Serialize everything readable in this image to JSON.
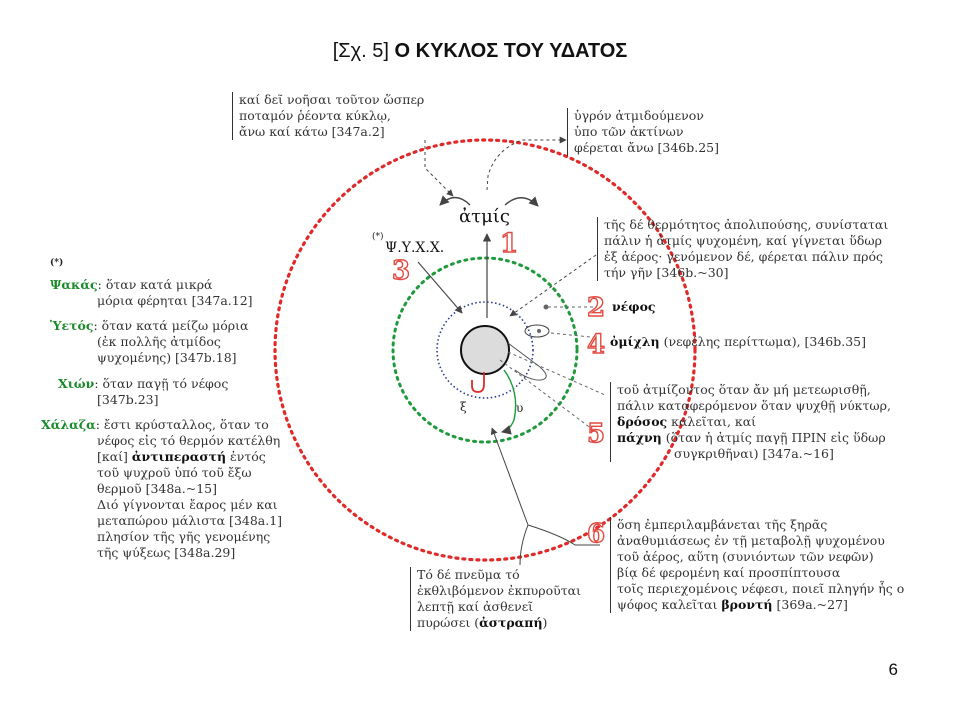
{
  "title": {
    "prefix": "[Σχ. 5]",
    "main": "Ο ΚΥΚΛΟΣ ΤΟΥ ΥΔΑΤΟΣ"
  },
  "colors": {
    "outer_circle": "#e02a2a",
    "middle_circle": "#1f9a3a",
    "inner_circle": "#2b3a9a",
    "number_outline": "#e34b43",
    "term_green": "#1a8a2a"
  },
  "diagram": {
    "center_word": "ἀτμίς",
    "asterisk": "(*)",
    "psyxx": "Ψ.Υ.Χ.Χ.",
    "label_xi": "ξ",
    "label_upsilon": "υ",
    "numbers": [
      "1",
      "2",
      "3",
      "4",
      "5",
      "6"
    ]
  },
  "notes": {
    "top_left": [
      "καί δεῖ νοῆσαι τοῦτον ὥσπερ",
      "ποταμόν ῥέοντα κύκλῳ,",
      "ἄνω καί κάτω [347a.2]"
    ],
    "top_right": [
      "ὑγρόν ἀτμιδούμενον",
      "ὑπο τῶν ἀκτίνων",
      "φέρεται ἄνω [346b.25]"
    ],
    "right_1": [
      "τῆς δέ θερμότητος ἀπολιπούσης, συνίσταται",
      "πάλιν ἡ ἀτμίς ψυχομένη, καί γίγνεται ὕδωρ",
      "ἐξ ἀέρος· γενόμενον δέ, φέρεται πάλιν πρός",
      "τήν γῆν [346b.~30]"
    ],
    "nefos": "νέφος",
    "omichli": "ὀμίχλη",
    "omichli_rest": "(νεφέλης περίττωμα), [346b.35]",
    "right_5": {
      "line1": "τοῦ ἀτμίζοντος ὅταν ἄν μή μετεωρισθῇ,",
      "line2": "πάλιν καταφερόμενον ὅταν ψυχθῇ νύκτωρ,",
      "drosos": "δρόσος",
      "drosos_rest": "καλεῖται, καί",
      "pachni": "πάχνη",
      "pachni_rest": "(ὅταν ἡ ἀτμίς παγῇ ΠΡΙΝ εἰς ὕδωρ",
      "line5": "συγκριθῆναι) [347a.~16]"
    },
    "right_6": {
      "lines": [
        "ὅση ἐμπεριλαμβάνεται τῆς ξηρᾶς",
        "ἀναθυμιάσεως ἐν τῇ μεταβολῇ ψυχομένου",
        "τοῦ ἀέρος, αὕτη (συνιόντων τῶν νεφῶν)",
        "βίᾳ δέ φερομένη καί προσπίπτουσα",
        "τοῖς περιεχομένοις νέφεσι, ποιεῖ πληγήν ἧς ο"
      ],
      "last_pre": "ψόφος καλεῖται",
      "bronti": "βροντή",
      "last_post": "[369a.~27]"
    },
    "bottom_center": {
      "lines": [
        "Τό δέ πνεῦμα τό",
        "ἐκθλιβόμενον ἐκπυροῦται",
        "λεπτῇ καί ἀσθενεῖ"
      ],
      "last_pre": "πυρώσει (",
      "astrapi": "ἀστραπή",
      "last_post": ")"
    },
    "left": {
      "asterisk": "(*)",
      "psakas_term": "Ψακάς",
      "psakas_1": ": ὅταν κατά μικρά",
      "psakas_2": "μόρια φέρηται [347a.12]",
      "yetos_term": "Ὑετός",
      "yetos_1": ": ὅταν κατά μείζω μόρια",
      "yetos_2": "(ἐκ πολλῆς ἀτμίδος",
      "yetos_3": "ψυχομένης) [347b.18]",
      "chion_term": "Χιών",
      "chion_1": ": ὅταν παγῇ τό νέφος",
      "chion_2": "[347b.23]",
      "chalaza_term": "Χάλαζα",
      "chalaza_1": ": ἔστι κρύσταλλος, ὅταν το",
      "chalaza_2": "νέφος εἰς τό θερμόν κατέλθη",
      "chalaza_3_pre": "[καί]",
      "antiperastasi": "ἀντιπεραστή",
      "chalaza_3_post": "ἐντός",
      "chalaza_rest": [
        "τοῦ ψυχροῦ ὑπό τοῦ ἔξω",
        "θερμοῦ [348a.~15]",
        "Διό γίγνονται ἔαρος μέν και",
        "μεταπώρου μάλιστα [348a.1]",
        "πλησίον τῆς γῆς γενομένης",
        "τῆς ψύξεως [348a.29]"
      ]
    }
  },
  "page_number": "6"
}
